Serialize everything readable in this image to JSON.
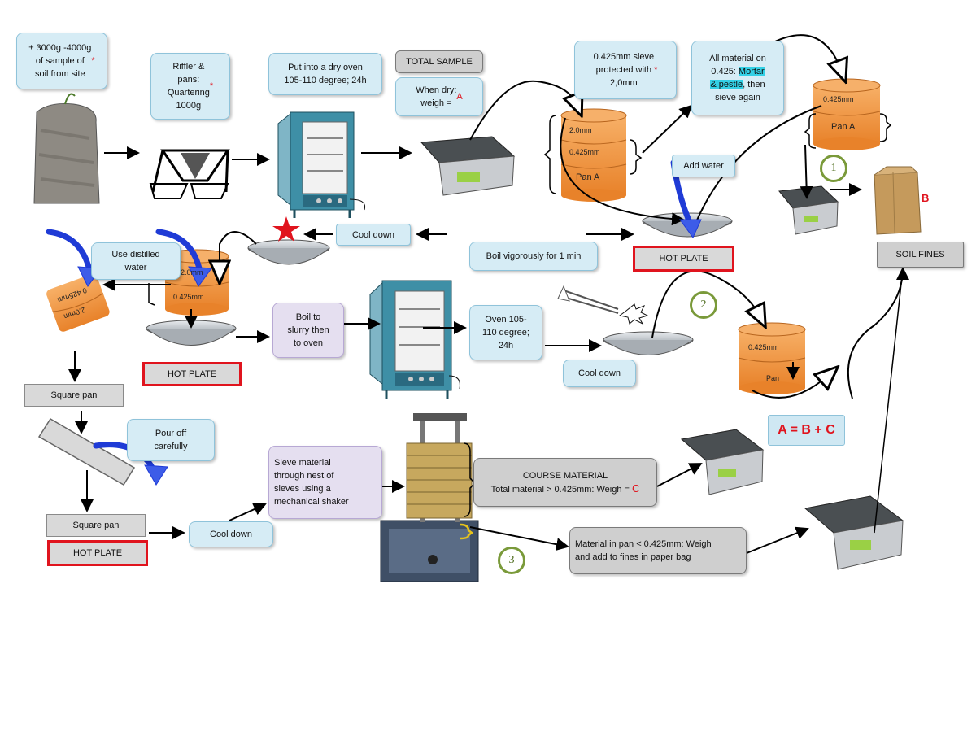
{
  "boxes": {
    "sample": "± 3000g -4000g\nof sample of\nsoil from site",
    "riffler": "Riffler &\npans:\nQuartering\n1000g",
    "oven_dry": "Put into a dry oven\n105-110 degree; 24h",
    "total_sample": "TOTAL SAMPLE",
    "when_dry": "When dry:\nweigh = ",
    "when_dry_letter": "A",
    "sieve_protect": "0.425mm sieve\nprotected with\n2,0mm",
    "all_material_a": "All material on\n0.425: ",
    "all_material_hl": "Mortar\n& pestle",
    "all_material_b": ", then\nsieve again",
    "add_water": "Add water",
    "cool_down_top": "Cool down",
    "boil_vigorously": "Boil vigorously for 1 min",
    "hot_plate_top": "HOT PLATE",
    "soil_fines": "SOIL FINES",
    "use_distilled": "Use distilled\nwater",
    "boil_slurry": "Boil to\nslurry then\nto oven",
    "oven_105": "Oven 105-\n110 degree;\n24h",
    "cool_down_mid": "Cool down",
    "hot_plate_left": "HOT PLATE",
    "square_pan_1": "Square pan",
    "pour_off": "Pour off\ncarefully",
    "square_pan_2": "Square pan",
    "hot_plate_bottom": "HOT PLATE",
    "cool_down_bottom": "Cool down",
    "sieve_nest": "Sieve material\nthrough nest of\nsieves using a\nmechanical shaker",
    "course_title": "COURSE MATERIAL",
    "course_body": "Total material > 0.425mm: Weigh = ",
    "course_letter": "C",
    "pan_material": "Material in pan < 0.425mm: Weigh\nand add to fines in paper bag",
    "equation": "A = B + C",
    "bag_letter": "B"
  },
  "stack_labels": {
    "top_stack": [
      "2.0mm",
      "0.425mm",
      "Pan A"
    ],
    "right_stack": [
      "0.425mm",
      "Pan A"
    ],
    "mid_right_stack": [
      "0.425mm",
      "Pan"
    ],
    "left_stack": [
      "2.0mm",
      "0.425mm"
    ],
    "tilted_stack": [
      "0.425mm",
      "2.0mm"
    ]
  },
  "markers": [
    "1",
    "2",
    "3"
  ],
  "colors": {
    "box_blue": "#d6ecf5",
    "box_purple": "#e5dff0",
    "hot_plate_border": "#e0141e",
    "pan_orange": "#f39a3c",
    "arrow_blue": "#1f3bd6",
    "marker_green": "#7a9a3a"
  }
}
